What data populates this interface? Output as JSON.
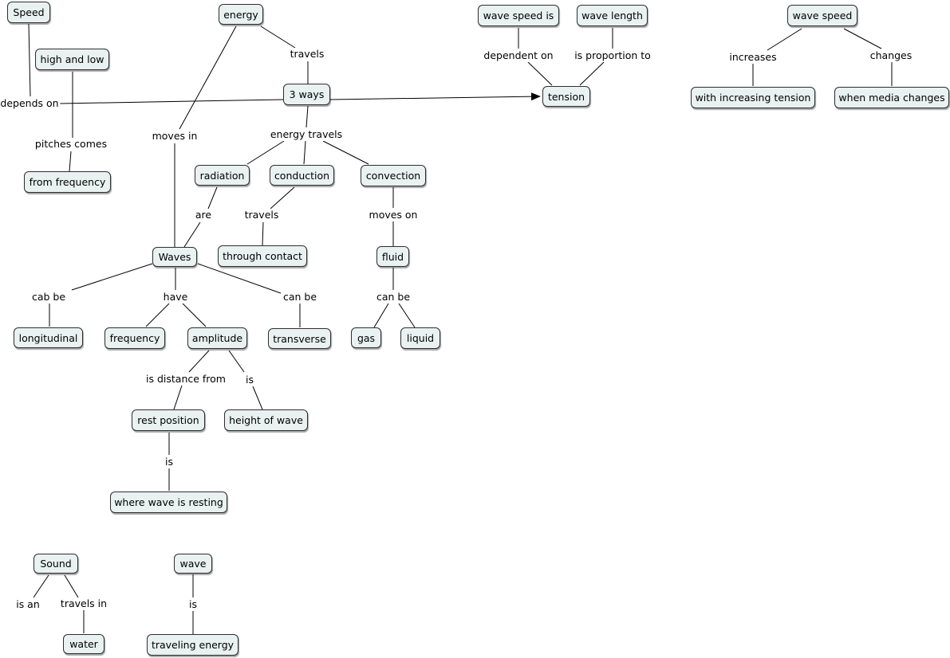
{
  "concepts": {
    "speed": "Speed",
    "high_and_low": "high and low",
    "from_frequency": "from frequency",
    "energy": "energy",
    "three_ways": "3 ways",
    "radiation": "radiation",
    "conduction": "conduction",
    "convection": "convection",
    "through_contact": "through contact",
    "fluid": "fluid",
    "gas": "gas",
    "liquid": "liquid",
    "waves": "Waves",
    "longitudinal": "longitudinal",
    "frequency": "frequency",
    "amplitude": "amplitude",
    "transverse": "transverse",
    "rest_position": "rest position",
    "height_of_wave": "height of wave",
    "where_wave_is_resting": "where wave is resting",
    "wave_speed_is": "wave speed is",
    "wave_length": "wave length",
    "tension": "tension",
    "wave_speed": "wave speed",
    "with_increasing_tension": "with increasing tension",
    "when_media_changes": "when media changes",
    "sound": "Sound",
    "water": "water",
    "wave": "wave",
    "traveling_energy": "traveling energy"
  },
  "linking_phrases": {
    "depends_on": "depends on",
    "pitches_comes": "pitches  comes",
    "travels_energy": "travels",
    "moves_in": "moves  in",
    "energy_travels": "energy travels",
    "travels_conduction": "travels",
    "are": "are",
    "moves_on": "moves on",
    "can_be_fluid": "can be",
    "cab_be": "cab be",
    "have": "have",
    "can_be_waves": "can be",
    "is_distance_from": "is distance from",
    "is_amplitude": "is",
    "is_rest": "is",
    "dependent_on": "dependent on",
    "is_proportion_to": "is proportion to",
    "increases": "increases",
    "changes": "changes",
    "is_an": "is an",
    "travels_in": "travels in",
    "is_wave": "is"
  }
}
